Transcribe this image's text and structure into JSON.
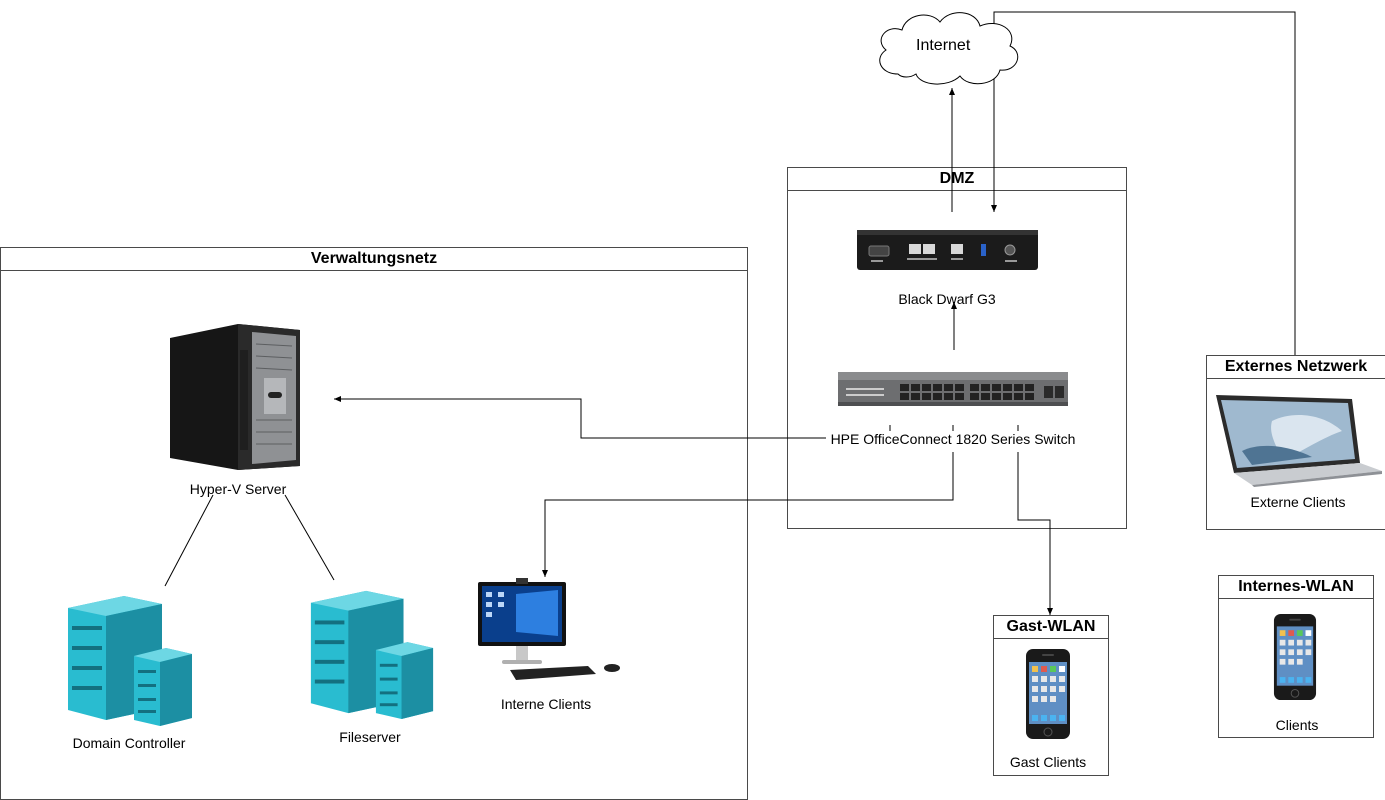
{
  "groups": {
    "verwaltungsnetz": "Verwaltungsnetz",
    "dmz": "DMZ",
    "externes": "Externes Netzwerk",
    "gast_wlan": "Gast-WLAN",
    "internes_wlan": "Internes-WLAN"
  },
  "nodes": {
    "internet": "Internet",
    "firewall": "Black Dwarf G3",
    "switch": "HPE OfficeConnect 1820 Series Switch",
    "hyperv": "Hyper-V Server",
    "domain_controller": "Domain Controller",
    "fileserver": "Fileserver",
    "interne_clients": "Interne Clients",
    "externe_clients": "Externe Clients",
    "gast_clients": "Gast Clients",
    "wlan_clients": "Clients"
  },
  "colors": {
    "server_teal": "#29bcd0",
    "server_teal_dark": "#1c8fa3",
    "device_black": "#1b1b1b",
    "switch_gray": "#6d6e70",
    "border": "#4a4a4a"
  }
}
